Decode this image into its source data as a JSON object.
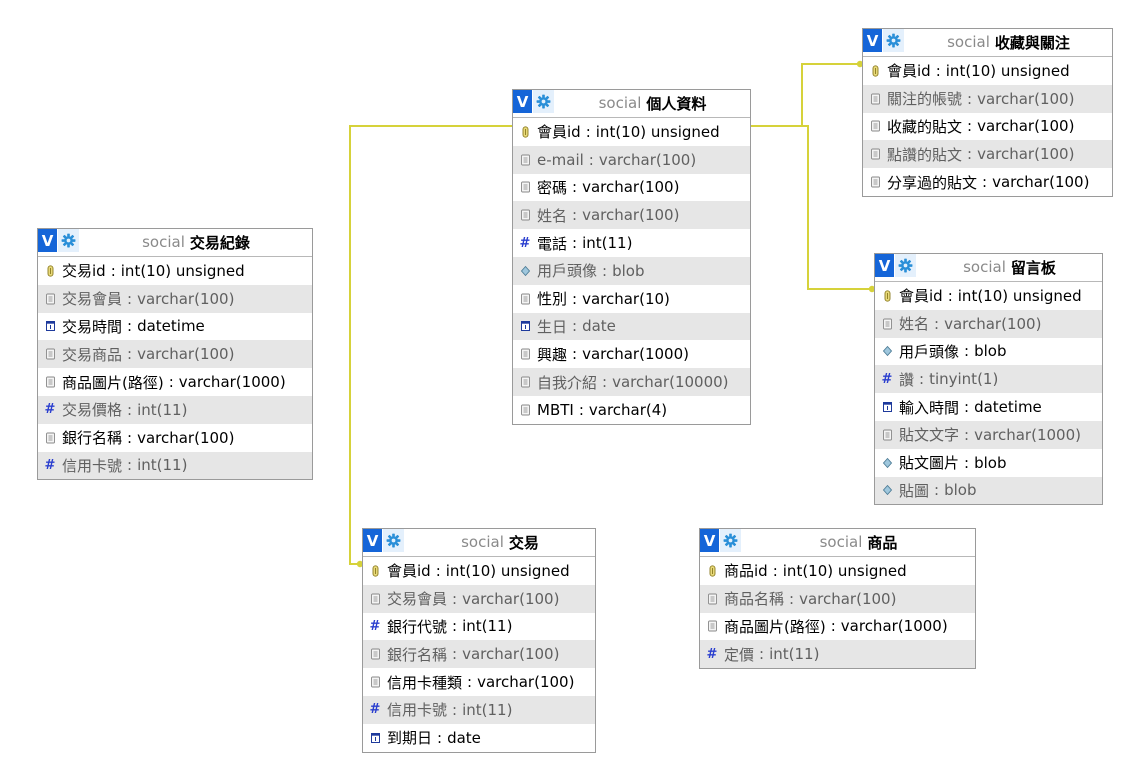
{
  "tables": [
    {
      "id": "personal",
      "db": "social",
      "name": "個人資料",
      "columns": [
        {
          "name": "會員id",
          "type": "int(10) unsigned",
          "icon": "key"
        },
        {
          "name": "e-mail",
          "type": "varchar(100)",
          "icon": "text"
        },
        {
          "name": "密碼",
          "type": "varchar(100)",
          "icon": "text"
        },
        {
          "name": "姓名",
          "type": "varchar(100)",
          "icon": "text"
        },
        {
          "name": "電話",
          "type": "int(11)",
          "icon": "number"
        },
        {
          "name": "用戶頭像",
          "type": "blob",
          "icon": "blob"
        },
        {
          "name": "性別",
          "type": "varchar(10)",
          "icon": "text"
        },
        {
          "name": "生日",
          "type": "date",
          "icon": "date"
        },
        {
          "name": "興趣",
          "type": "varchar(1000)",
          "icon": "text"
        },
        {
          "name": "自我介紹",
          "type": "varchar(10000)",
          "icon": "text"
        },
        {
          "name": "MBTI",
          "type": "varchar(4)",
          "icon": "text"
        }
      ]
    },
    {
      "id": "favorites",
      "db": "social",
      "name": "收藏與關注",
      "columns": [
        {
          "name": "會員id",
          "type": "int(10) unsigned",
          "icon": "key"
        },
        {
          "name": "關注的帳號",
          "type": "varchar(100)",
          "icon": "text"
        },
        {
          "name": "收藏的貼文",
          "type": "varchar(100)",
          "icon": "text"
        },
        {
          "name": "點讚的貼文",
          "type": "varchar(100)",
          "icon": "text"
        },
        {
          "name": "分享過的貼文",
          "type": "varchar(100)",
          "icon": "text"
        }
      ]
    },
    {
      "id": "records",
      "db": "social",
      "name": "交易紀錄",
      "columns": [
        {
          "name": "交易id",
          "type": "int(10) unsigned",
          "icon": "key"
        },
        {
          "name": "交易會員",
          "type": "varchar(100)",
          "icon": "text"
        },
        {
          "name": "交易時間",
          "type": "datetime",
          "icon": "date"
        },
        {
          "name": "交易商品",
          "type": "varchar(100)",
          "icon": "text"
        },
        {
          "name": "商品圖片(路徑)",
          "type": "varchar(1000)",
          "icon": "text"
        },
        {
          "name": "交易價格",
          "type": "int(11)",
          "icon": "number"
        },
        {
          "name": "銀行名稱",
          "type": "varchar(100)",
          "icon": "text"
        },
        {
          "name": "信用卡號",
          "type": "int(11)",
          "icon": "number"
        }
      ]
    },
    {
      "id": "board",
      "db": "social",
      "name": "留言板",
      "columns": [
        {
          "name": "會員id",
          "type": "int(10) unsigned",
          "icon": "key"
        },
        {
          "name": "姓名",
          "type": "varchar(100)",
          "icon": "text"
        },
        {
          "name": "用戶頭像",
          "type": "blob",
          "icon": "blob"
        },
        {
          "name": "讚",
          "type": "tinyint(1)",
          "icon": "number"
        },
        {
          "name": "輸入時間",
          "type": "datetime",
          "icon": "date"
        },
        {
          "name": "貼文文字",
          "type": "varchar(1000)",
          "icon": "text"
        },
        {
          "name": "貼文圖片",
          "type": "blob",
          "icon": "blob"
        },
        {
          "name": "貼圖",
          "type": "blob",
          "icon": "blob"
        }
      ]
    },
    {
      "id": "trade",
      "db": "social",
      "name": "交易",
      "columns": [
        {
          "name": "會員id",
          "type": "int(10) unsigned",
          "icon": "key"
        },
        {
          "name": "交易會員",
          "type": "varchar(100)",
          "icon": "text"
        },
        {
          "name": "銀行代號",
          "type": "int(11)",
          "icon": "number"
        },
        {
          "name": "銀行名稱",
          "type": "varchar(100)",
          "icon": "text"
        },
        {
          "name": "信用卡種類",
          "type": "varchar(100)",
          "icon": "text"
        },
        {
          "name": "信用卡號",
          "type": "int(11)",
          "icon": "number"
        },
        {
          "name": "到期日",
          "type": "date",
          "icon": "date"
        }
      ]
    },
    {
      "id": "product",
      "db": "social",
      "name": "商品",
      "columns": [
        {
          "name": "商品id",
          "type": "int(10) unsigned",
          "icon": "key"
        },
        {
          "name": "商品名稱",
          "type": "varchar(100)",
          "icon": "text"
        },
        {
          "name": "商品圖片(路徑)",
          "type": "varchar(1000)",
          "icon": "text"
        },
        {
          "name": "定價",
          "type": "int(11)",
          "icon": "number"
        }
      ]
    }
  ],
  "ui": {
    "toggle_label": "V",
    "type_separator": ":",
    "link_color": "#d6d23a",
    "header_button_color": "#1565d8",
    "alt_row_color": "#e6e6e6"
  },
  "relations": [
    {
      "from": "personal",
      "to": "favorites"
    },
    {
      "from": "personal",
      "to": "board"
    },
    {
      "from": "personal",
      "to": "trade"
    }
  ]
}
